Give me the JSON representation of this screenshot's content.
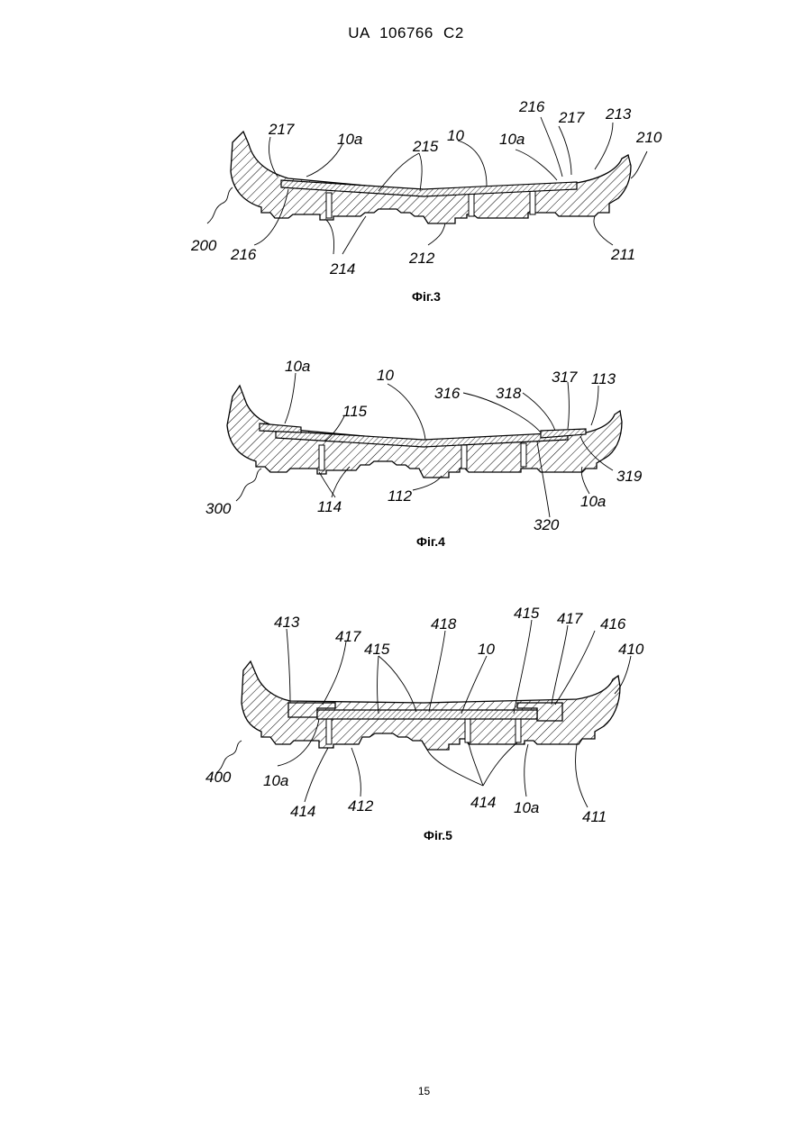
{
  "header": {
    "text": "UA   106766   C2"
  },
  "page_number": "15",
  "figures": [
    {
      "caption": "Фіг.3",
      "labels": [
        "217",
        "10a",
        "215",
        "10",
        "10a",
        "216",
        "217",
        "213",
        "210",
        "200",
        "216",
        "214",
        "212",
        "211"
      ]
    },
    {
      "caption": "Фіг.4",
      "labels": [
        "10a",
        "10",
        "115",
        "316",
        "318",
        "317",
        "113",
        "319",
        "300",
        "114",
        "112",
        "320",
        "10a"
      ]
    },
    {
      "caption": "Фіг.5",
      "labels": [
        "413",
        "417",
        "415",
        "418",
        "10",
        "415",
        "417",
        "416",
        "410",
        "400",
        "10a",
        "414",
        "412",
        "414",
        "10a",
        "411"
      ]
    }
  ]
}
